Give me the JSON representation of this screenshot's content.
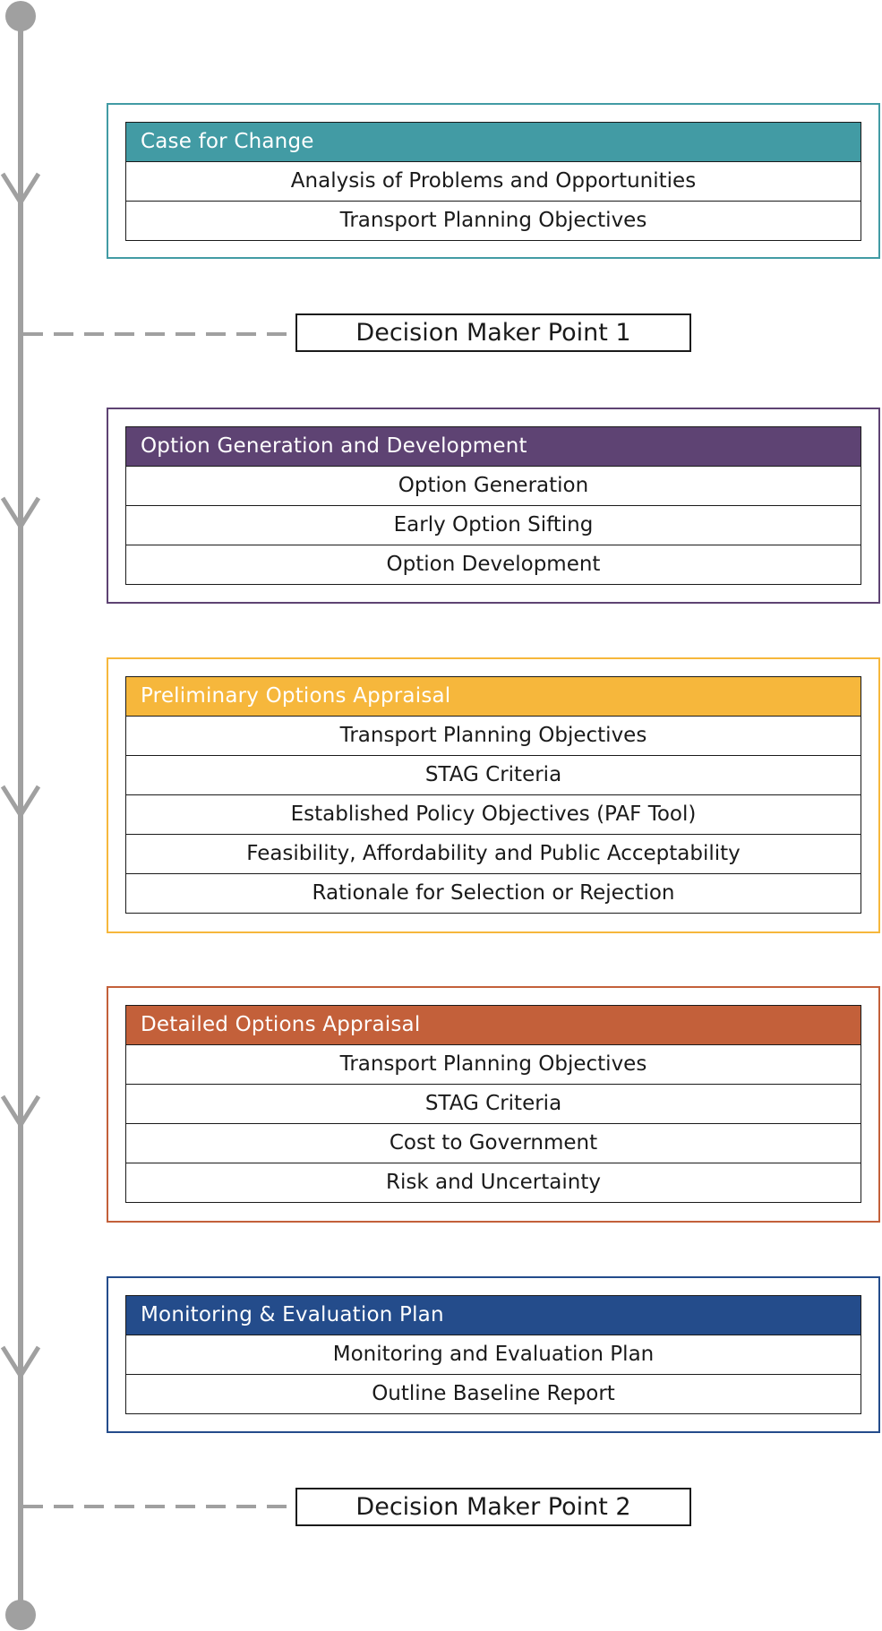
{
  "colors": {
    "timeline": "#a0a0a0",
    "case_for_change": "#429ba4",
    "option_generation": "#5e4373",
    "preliminary": "#f6b73c",
    "detailed": "#c3603a",
    "monitoring": "#244c8b"
  },
  "stages": [
    {
      "header": "Case for Change",
      "color_key": "case_for_change",
      "rows": [
        "Analysis of Problems and Opportunities",
        "Transport Planning Objectives"
      ]
    },
    {
      "header": "Option Generation and Development",
      "color_key": "option_generation",
      "rows": [
        "Option Generation",
        "Early Option Sifting",
        "Option Development"
      ]
    },
    {
      "header": "Preliminary Options Appraisal",
      "color_key": "preliminary",
      "rows": [
        "Transport Planning Objectives",
        "STAG Criteria",
        "Established Policy Objectives (PAF Tool)",
        "Feasibility, Affordability and Public Acceptability",
        "Rationale for Selection or Rejection"
      ]
    },
    {
      "header": "Detailed Options Appraisal",
      "color_key": "detailed",
      "rows": [
        "Transport Planning Objectives",
        "STAG Criteria",
        "Cost to Government",
        "Risk and Uncertainty"
      ]
    },
    {
      "header": "Monitoring & Evaluation Plan",
      "color_key": "monitoring",
      "rows": [
        "Monitoring and Evaluation Plan",
        "Outline Baseline Report"
      ]
    }
  ],
  "decision_points": [
    "Decision Maker Point 1",
    "Decision Maker Point 2"
  ]
}
